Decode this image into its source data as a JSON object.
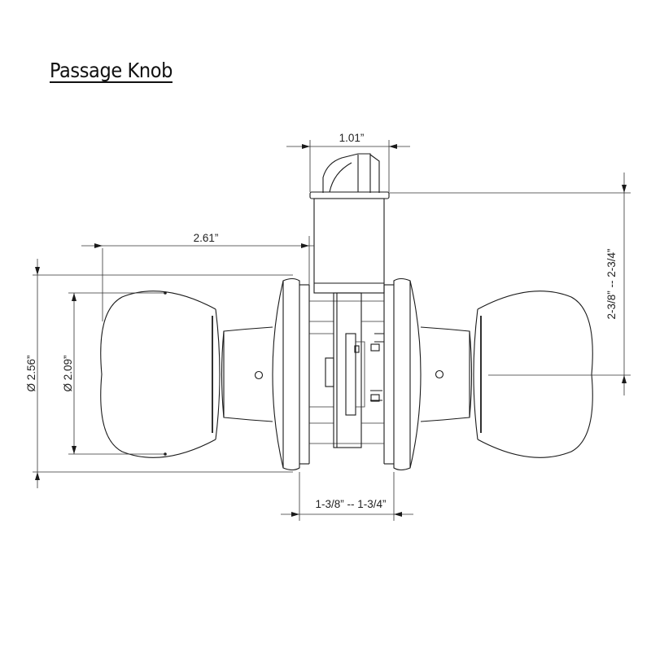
{
  "title": "Passage Knob",
  "dimensions": {
    "latch_width": "1.01”",
    "backset": "2.61”",
    "rose_diameter": "Ø 2.56”",
    "knob_diameter": "Ø 2.09”",
    "backset_range": "2-3/8” -- 2-3/4”",
    "door_thickness": "1-3/8” -- 1-3/4”"
  }
}
